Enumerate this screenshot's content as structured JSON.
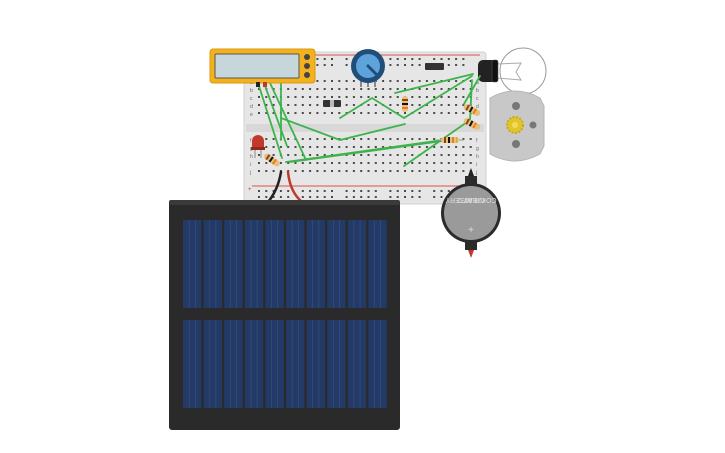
{
  "canvas": {
    "background": "#ffffff"
  },
  "breadboard": {
    "body_color": "#e6e6e6",
    "rail_red": "#d9534f",
    "rail_blue": "#4a7fc1",
    "hole_color": "#4a4a4a",
    "row_letters_top": [
      "a",
      "b",
      "c",
      "d",
      "e"
    ],
    "row_letters_bottom": [
      "f",
      "g",
      "h",
      "i",
      "j"
    ],
    "rail_signs": [
      "+",
      "-"
    ]
  },
  "multimeter": {
    "body_color": "#f3b21d",
    "screen_color": "#c7d6db",
    "lead_colors": [
      "#222222",
      "#c0392b"
    ]
  },
  "potentiometer": {
    "knob_color": "#5fa3dd",
    "ring_color": "#1f4e79"
  },
  "led": {
    "color": "#c0392b"
  },
  "resistors": {
    "body_color": "#e8c07d",
    "band_colors": [
      "#8b4513",
      "#111111",
      "#e67e22",
      "#d4af37"
    ]
  },
  "transistor": {
    "color": "#333333"
  },
  "lamp": {
    "socket_color": "#222222",
    "outline_color": "#999999"
  },
  "dc_motor": {
    "body_color": "#c8c8c8",
    "shaft_color": "#e2c42b"
  },
  "coin_battery": {
    "body_color": "#9a9a9a",
    "holder_color": "#2b2b2b",
    "label_lines": [
      "COIN BATTERY",
      "CR 2032",
      "3.0V"
    ]
  },
  "solar_panel": {
    "frame_color": "#2a2a2a",
    "cell_color": "#243a66",
    "columns": 10,
    "rows": 2
  },
  "wires": {
    "jumper_color": "#3cb44b",
    "black_lead": "#222222",
    "red_lead": "#c0392b"
  }
}
